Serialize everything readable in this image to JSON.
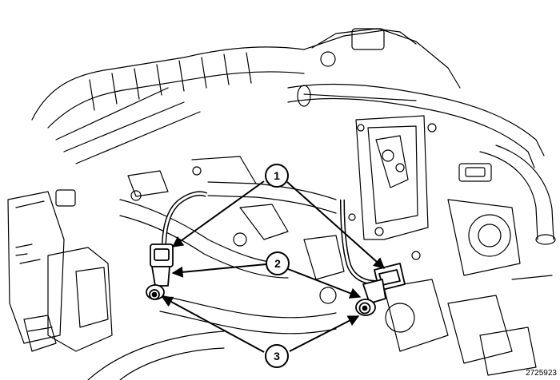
{
  "figure": {
    "id": "2725923"
  },
  "callouts": [
    {
      "label": "1"
    },
    {
      "label": "2"
    },
    {
      "label": "3"
    }
  ],
  "colors": {
    "ink": "#000000",
    "paper": "#ffffff"
  }
}
